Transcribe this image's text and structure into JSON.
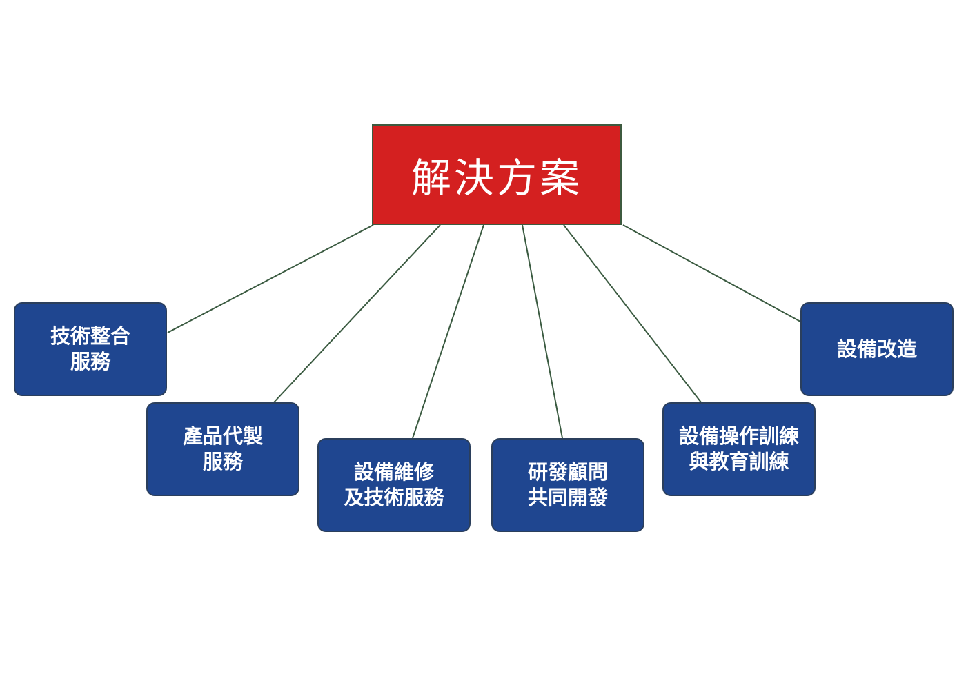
{
  "colors": {
    "root_fill": "#d42020",
    "child_fill": "#1f4690",
    "connector": "#3a5a40"
  },
  "root": {
    "label": "解決方案"
  },
  "children": [
    {
      "lines": [
        "技術整合",
        "服務"
      ]
    },
    {
      "lines": [
        "產品代製",
        "服務"
      ]
    },
    {
      "lines": [
        "設備維修",
        "及技術服務"
      ]
    },
    {
      "lines": [
        "研發顧問",
        "共同開發"
      ]
    },
    {
      "lines": [
        "設備操作訓練",
        "與教育訓練"
      ]
    },
    {
      "lines": [
        "設備改造"
      ]
    }
  ]
}
